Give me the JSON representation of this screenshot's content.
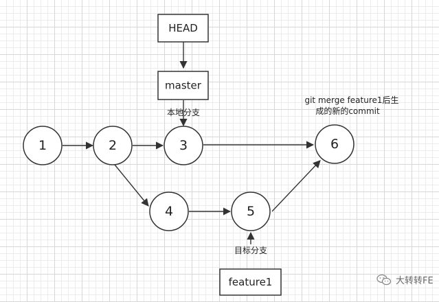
{
  "refs": {
    "head": "HEAD",
    "master": "master",
    "feature1": "feature1"
  },
  "commits": [
    "1",
    "2",
    "3",
    "4",
    "5",
    "6"
  ],
  "notes": {
    "local_branch": "本地分支",
    "target_branch": "目标分支",
    "merge_note_line1": "git merge feature1后生",
    "merge_note_line2": "成的新的commit"
  },
  "watermark": {
    "text": "大转转FE",
    "icon": "wechat-icon"
  }
}
